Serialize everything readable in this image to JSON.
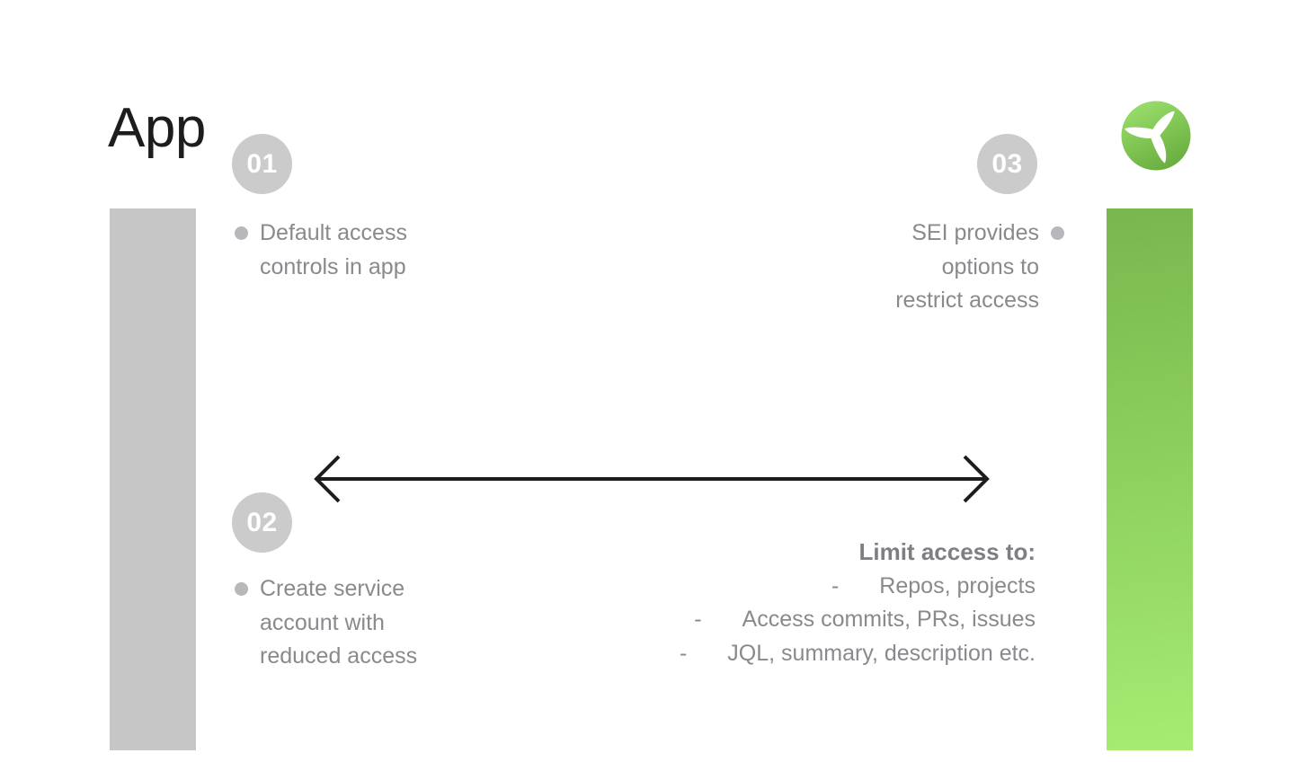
{
  "title": "App",
  "logo": {
    "name": "propeller-logo"
  },
  "steps": [
    {
      "number": "01",
      "lines": [
        "Default access",
        "controls in app"
      ]
    },
    {
      "number": "02",
      "lines": [
        "Create service",
        "account with",
        "reduced access"
      ]
    },
    {
      "number": "03",
      "lines": [
        "SEI provides",
        "options to",
        "restrict access"
      ]
    }
  ],
  "limit_list": {
    "title": "Limit access to:",
    "dash": "-",
    "items": [
      "Repos, projects",
      "Access commits, PRs, issues",
      "JQL, summary, description etc."
    ]
  },
  "colors": {
    "background": "#ffffff",
    "ink": "#1d1d1f",
    "text": "#8a8a8e",
    "text-strong": "#7e7e83",
    "bar-gray": "#c6c6c6",
    "badge-gray": "#cbcbcb",
    "dot-gray": "#b8b8bc",
    "green-top": "#78b74d",
    "green-bottom": "#a6ec72",
    "logo-green-light": "#9bdf6d",
    "logo-green-dark": "#68ac3e"
  }
}
